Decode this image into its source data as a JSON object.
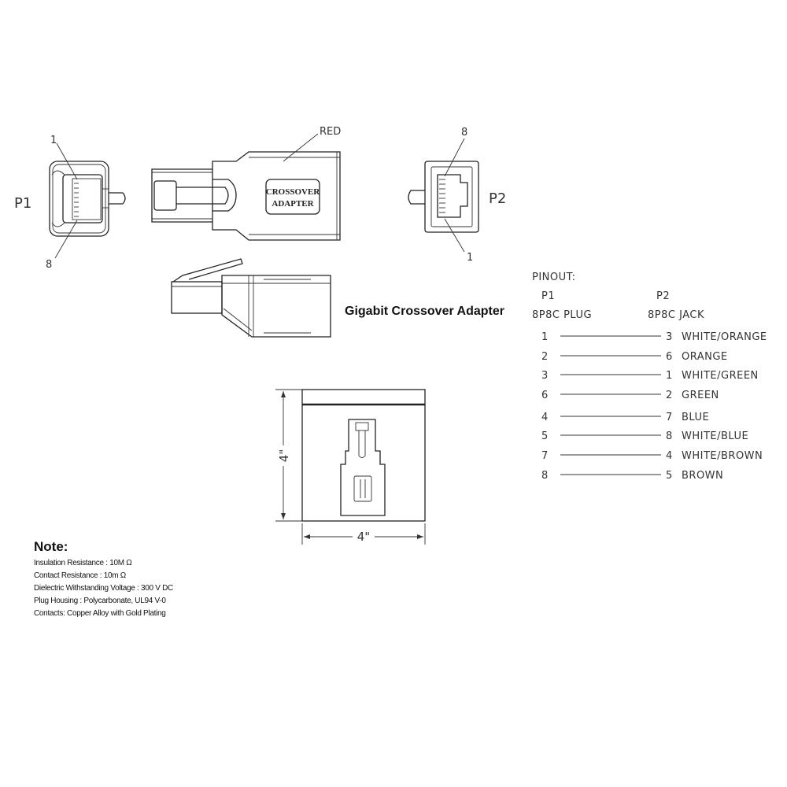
{
  "views": {
    "p1_label": "P1",
    "p1_pin_top": "1",
    "p1_pin_bottom": "8",
    "p2_label": "P2",
    "p2_pin_top": "8",
    "p2_pin_bottom": "1",
    "color_callout": "RED",
    "adapter_text_line1": "CROSSOVER",
    "adapter_text_line2": "ADAPTER"
  },
  "title": "Gigabit Crossover Adapter",
  "pinout": {
    "heading": "PINOUT:",
    "left_header": "P1",
    "right_header": "P2",
    "left_type": "8P8C  PLUG",
    "right_type": "8P8C  JACK",
    "rows": [
      {
        "p1": "1",
        "p2": "3",
        "color": "WHITE/ORANGE"
      },
      {
        "p1": "2",
        "p2": "6",
        "color": "ORANGE"
      },
      {
        "p1": "3",
        "p2": "1",
        "color": "WHITE/GREEN"
      },
      {
        "p1": "6",
        "p2": "2",
        "color": "GREEN"
      },
      {
        "p1": "4",
        "p2": "7",
        "color": "BLUE"
      },
      {
        "p1": "5",
        "p2": "8",
        "color": "WHITE/BLUE"
      },
      {
        "p1": "7",
        "p2": "4",
        "color": "WHITE/BROWN"
      },
      {
        "p1": "8",
        "p2": "5",
        "color": "BROWN"
      }
    ]
  },
  "package": {
    "height_label": "4\"",
    "width_label": "4\""
  },
  "note": {
    "heading": "Note:",
    "lines": [
      "Insulation Resistance : 10M Ω",
      "Contact Resistance : 10m Ω",
      "Dielectric Withstanding Voltage : 300 V DC",
      "Plug Housing : Polycarbonate, UL94 V-0",
      "Contacts: Copper Alloy with Gold Plating"
    ]
  }
}
